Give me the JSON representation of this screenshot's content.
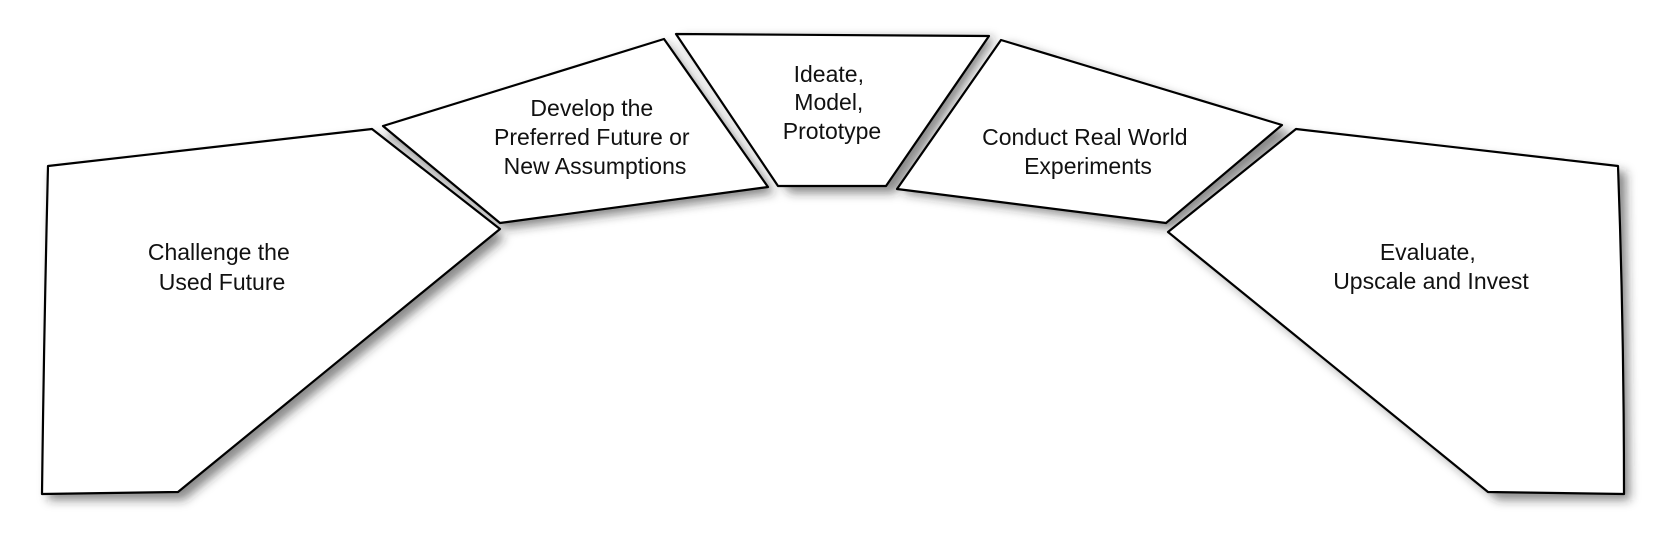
{
  "diagram": {
    "segments": [
      {
        "id": "challenge",
        "lines": [
          "Challenge the",
          "Used Future"
        ]
      },
      {
        "id": "develop",
        "lines": [
          "Develop the",
          "Preferred Future or",
          "New Assumptions"
        ]
      },
      {
        "id": "ideate",
        "lines": [
          "Ideate,",
          "Model,",
          "Prototype"
        ]
      },
      {
        "id": "conduct",
        "lines": [
          "Conduct Real World",
          "Experiments"
        ]
      },
      {
        "id": "evaluate",
        "lines": [
          "Evaluate,",
          "Upscale and Invest"
        ]
      }
    ]
  }
}
